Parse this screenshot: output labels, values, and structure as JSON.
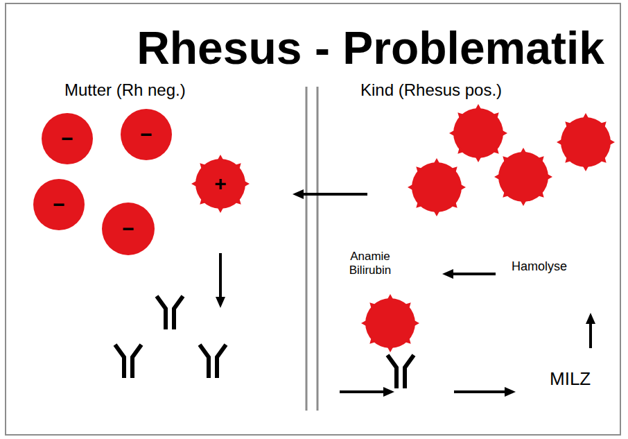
{
  "diagram": {
    "title": "Rhesus - Problematik",
    "nodes": [
      {
        "text": [
          "−"
        ]
      },
      {
        "text": [
          "−"
        ]
      },
      {
        "text": [
          "+"
        ]
      },
      {
        "text": [
          "−"
        ]
      },
      {
        "text": [
          "−"
        ]
      }
    ],
    "labels": [
      "Mutter (Rh neg.)",
      "Kind (Rhesus pos.)",
      "Anamie Bilirubin",
      "Hamolyse",
      "MILZ"
    ]
  }
}
